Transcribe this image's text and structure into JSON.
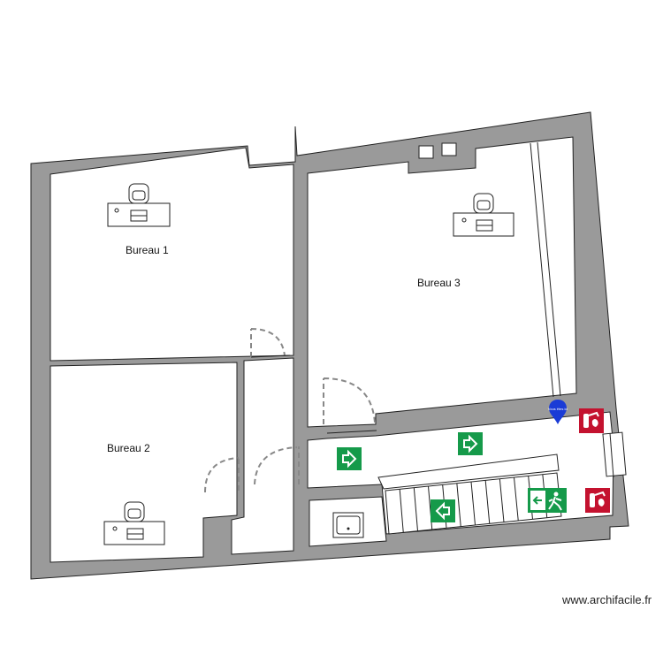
{
  "plan": {
    "rooms": [
      {
        "id": "bureau-1",
        "label": "Bureau 1"
      },
      {
        "id": "bureau-2",
        "label": "Bureau 2"
      },
      {
        "id": "bureau-3",
        "label": "Bureau 3"
      }
    ],
    "location_marker": {
      "text": "Vous êtes ici",
      "color": "#1a3bd6"
    },
    "watermark": "www.archifacile.fr",
    "colors": {
      "wall": "#9a9a9a",
      "wall_stroke": "#222222",
      "exit_sign": "#159a4a",
      "fire_sign": "#c4122f",
      "marker": "#1a3bd6"
    },
    "icons": [
      "desk-with-chair-icon",
      "emergency-exit-arrow-icon",
      "emergency-exit-person-icon",
      "fire-extinguisher-sign-icon",
      "you-are-here-marker-icon",
      "sink-icon"
    ]
  }
}
